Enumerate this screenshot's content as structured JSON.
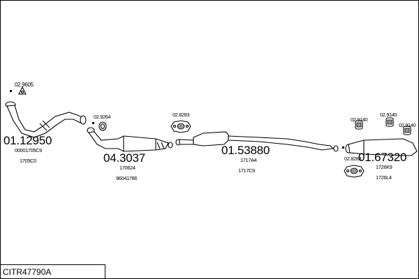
{
  "diagram": {
    "reference": "CITR47790A",
    "parts": [
      {
        "code": "02.9605"
      },
      {
        "code": "01.12950",
        "refs": [
          "00001705C9",
          "1705C0"
        ]
      },
      {
        "code": "02.9264"
      },
      {
        "code": "04.3037",
        "refs": [
          "170624",
          "96041786"
        ]
      },
      {
        "code": "02.8283"
      },
      {
        "code": "01.53880",
        "refs": [
          "1717A4",
          "1717C9"
        ]
      },
      {
        "code": "02.9140"
      },
      {
        "code": "02.9140"
      },
      {
        "code": "02.9140"
      },
      {
        "code": "02.8283"
      },
      {
        "code": "01.67320",
        "refs": [
          "1726K9",
          "1726L4"
        ]
      }
    ]
  }
}
